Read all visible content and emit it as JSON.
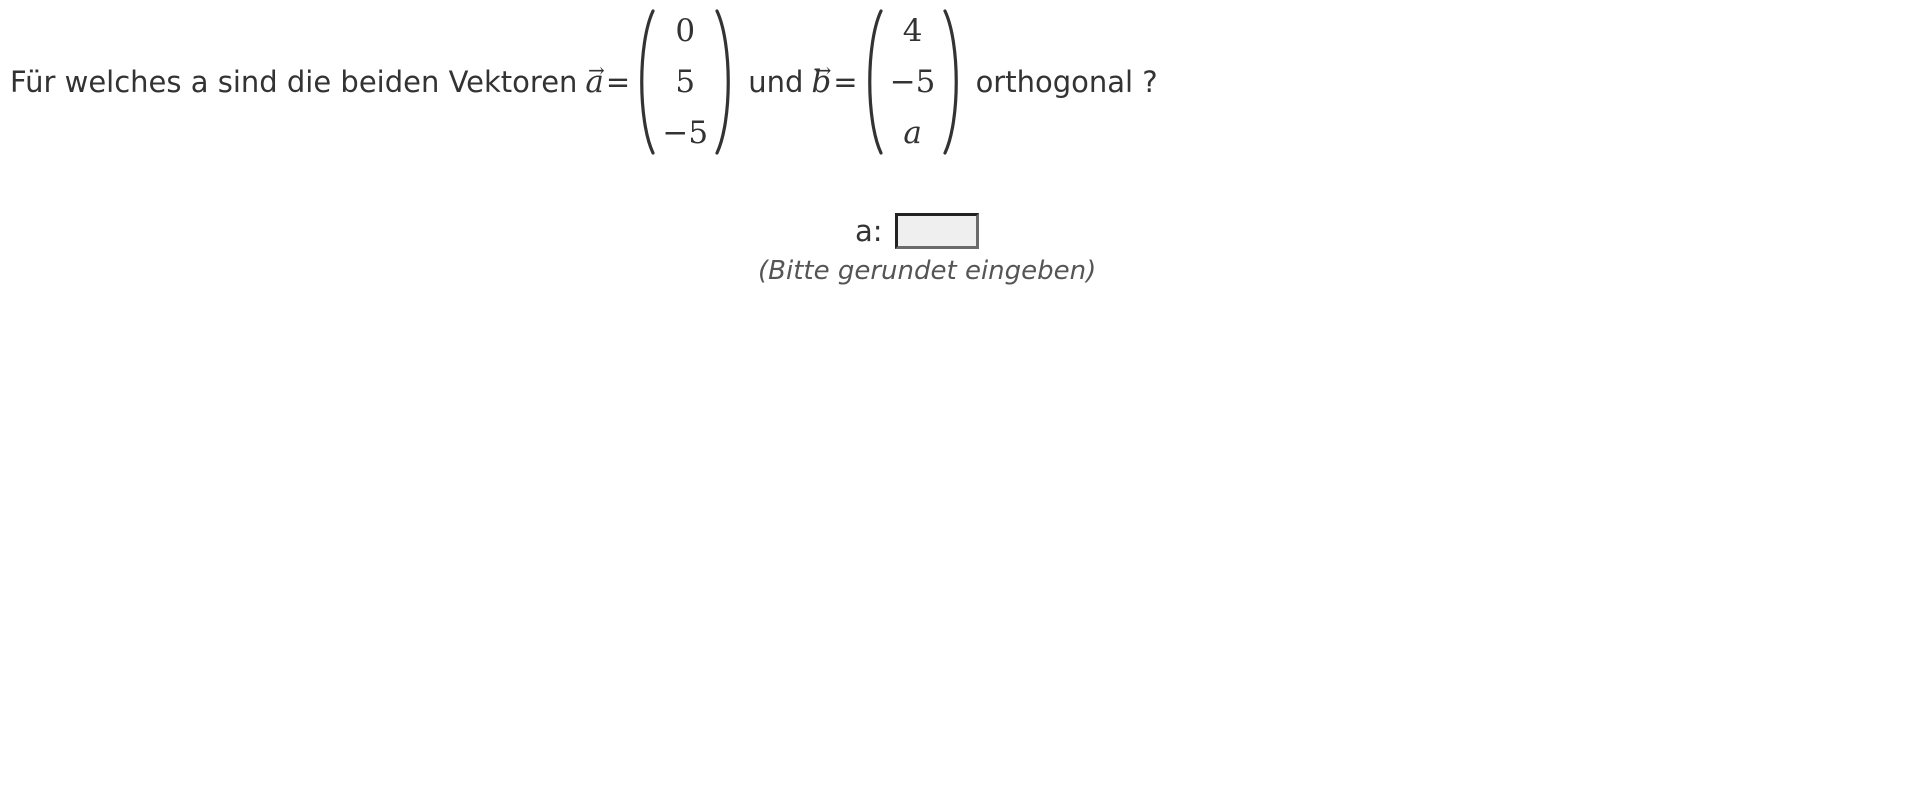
{
  "question": {
    "prefix": "Für welches a sind die beiden Vektoren",
    "vector_a": {
      "letter": "a",
      "arrow": "→",
      "equals": "=",
      "entries": [
        "0",
        "5",
        "−5"
      ]
    },
    "conjunction": "und",
    "vector_b": {
      "letter": "b",
      "arrow": "→",
      "equals": "=",
      "entries": [
        "4",
        "−5",
        "a"
      ]
    },
    "suffix": "orthogonal ?"
  },
  "answer": {
    "label": "a:",
    "value": "",
    "placeholder": ""
  },
  "hint": "(Bitte gerundet eingeben)"
}
